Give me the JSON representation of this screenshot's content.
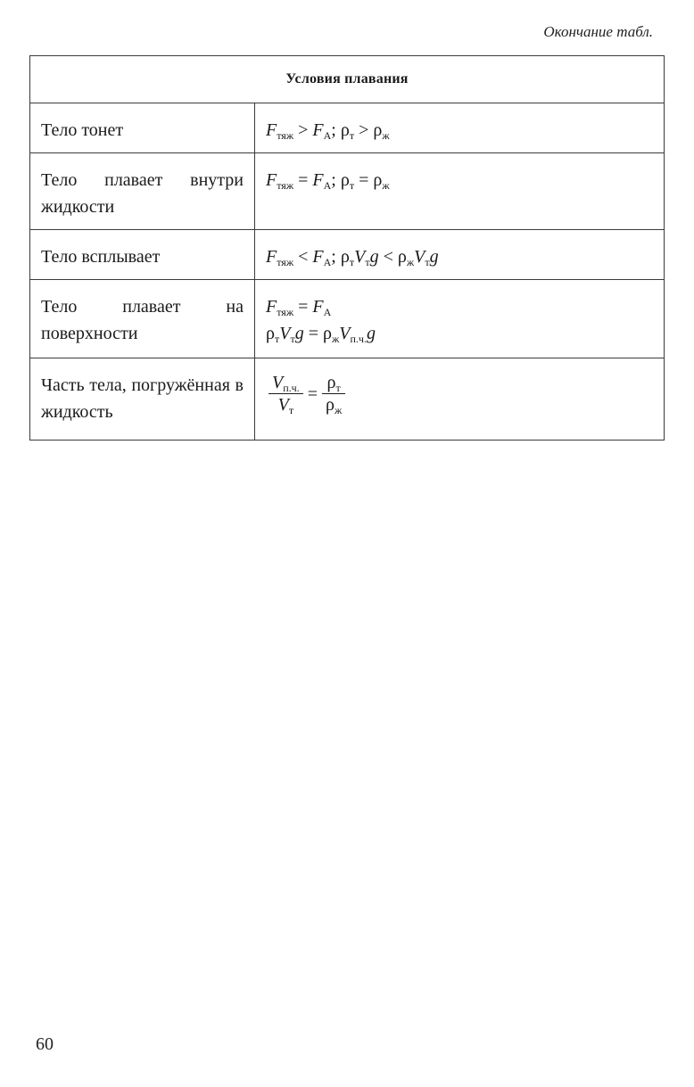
{
  "running_head": "Окончание табл.",
  "table": {
    "header": "Условия плавания",
    "rows": [
      {
        "condition": "Тело тонет",
        "f1": "F",
        "f2": "тяж",
        "f3": " > ",
        "f4": "F",
        "f5": "А",
        "f6": "; ρ",
        "f7": "т",
        "f8": " > ρ",
        "f9": "ж"
      },
      {
        "condition": "Тело плавает внутри жидкости",
        "f1": "F",
        "f2": "тяж",
        "f3": " = ",
        "f4": "F",
        "f5": "А",
        "f6": "; ρ",
        "f7": "т",
        "f8": " = ρ",
        "f9": "ж"
      },
      {
        "condition": "Тело всплывает",
        "f1": "F",
        "f2": "тяж",
        "f3": " < ",
        "f4": "F",
        "f5": "А",
        "f6": "; ρ",
        "f7": "т",
        "f10": "V",
        "f11": "т",
        "f12": "g",
        "f13": " < ρ",
        "f14": "ж",
        "f15": "V",
        "f16": "т",
        "f17": "g"
      },
      {
        "condition": "Тело плавает на поверхности",
        "l1a": "F",
        "l1b": "тяж",
        "l1c": " = ",
        "l1d": "F",
        "l1e": "А",
        "l2a": "ρ",
        "l2b": "т",
        "l2c": "V",
        "l2d": "т",
        "l2e": "g",
        "l2f": " = ρ",
        "l2g": "ж",
        "l2h": "V",
        "l2i": "п.ч.",
        "l2j": "g"
      },
      {
        "condition": "Часть тела, погружённая в жидкость",
        "n1a": "V",
        "n1b": "п.ч.",
        "d1a": "V",
        "d1b": "т",
        "eq": "=",
        "n2a": "ρ",
        "n2b": "т",
        "d2a": "ρ",
        "d2b": "ж"
      }
    ]
  },
  "page_number": "60"
}
